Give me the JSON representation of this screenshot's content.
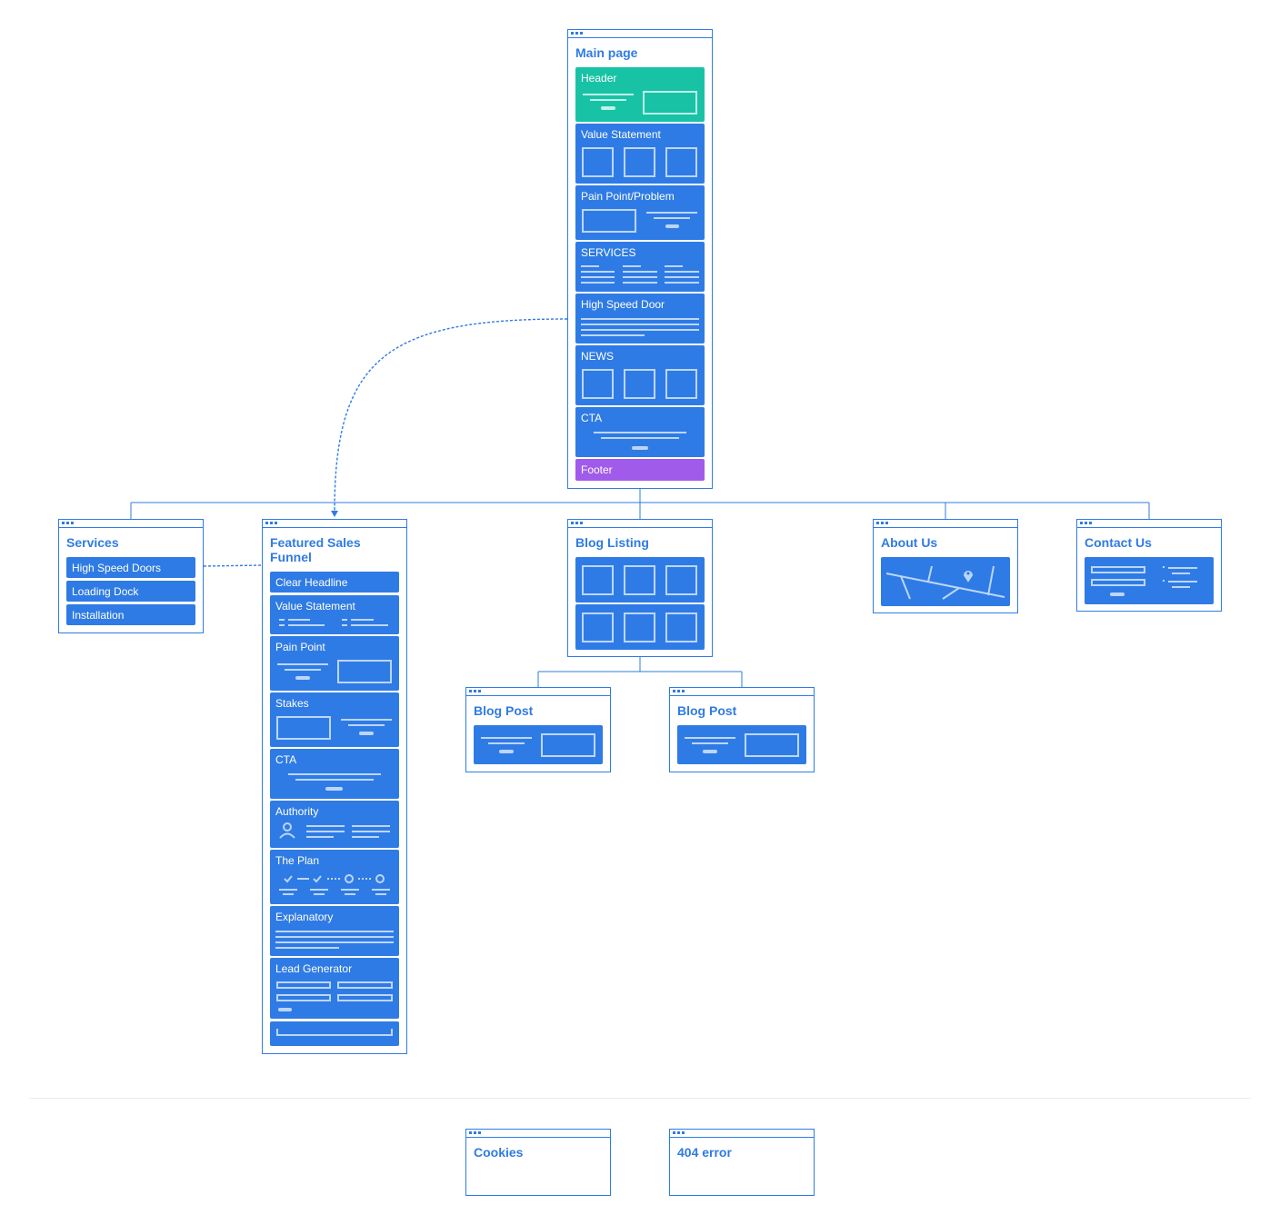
{
  "main_page": {
    "title": "Main page",
    "sections": [
      "Header",
      "Value Statement",
      "Pain Point/Problem",
      "SERVICES",
      "High Speed Door",
      "NEWS",
      "CTA",
      "Footer"
    ]
  },
  "services": {
    "title": "Services",
    "items": [
      "High Speed Doors",
      "Loading Dock",
      "Installation"
    ]
  },
  "funnel": {
    "title": "Featured Sales Funnel",
    "sections": [
      "Clear Headline",
      "Value Statement",
      "Pain Point",
      "Stakes",
      "CTA",
      "Authority",
      "The Plan",
      "Explanatory",
      "Lead Generator"
    ]
  },
  "blog_listing": {
    "title": "Blog Listing"
  },
  "blog_posts": [
    {
      "title": "Blog Post"
    },
    {
      "title": "Blog Post"
    }
  ],
  "about": {
    "title": "About Us"
  },
  "contact": {
    "title": "Contact Us"
  },
  "utility": {
    "cookies": "Cookies",
    "error404": "404 error"
  },
  "colors": {
    "accent": "#2f7be5",
    "header": "#18c2a5",
    "footer": "#a15bea",
    "deco": "#bcd6fb"
  }
}
